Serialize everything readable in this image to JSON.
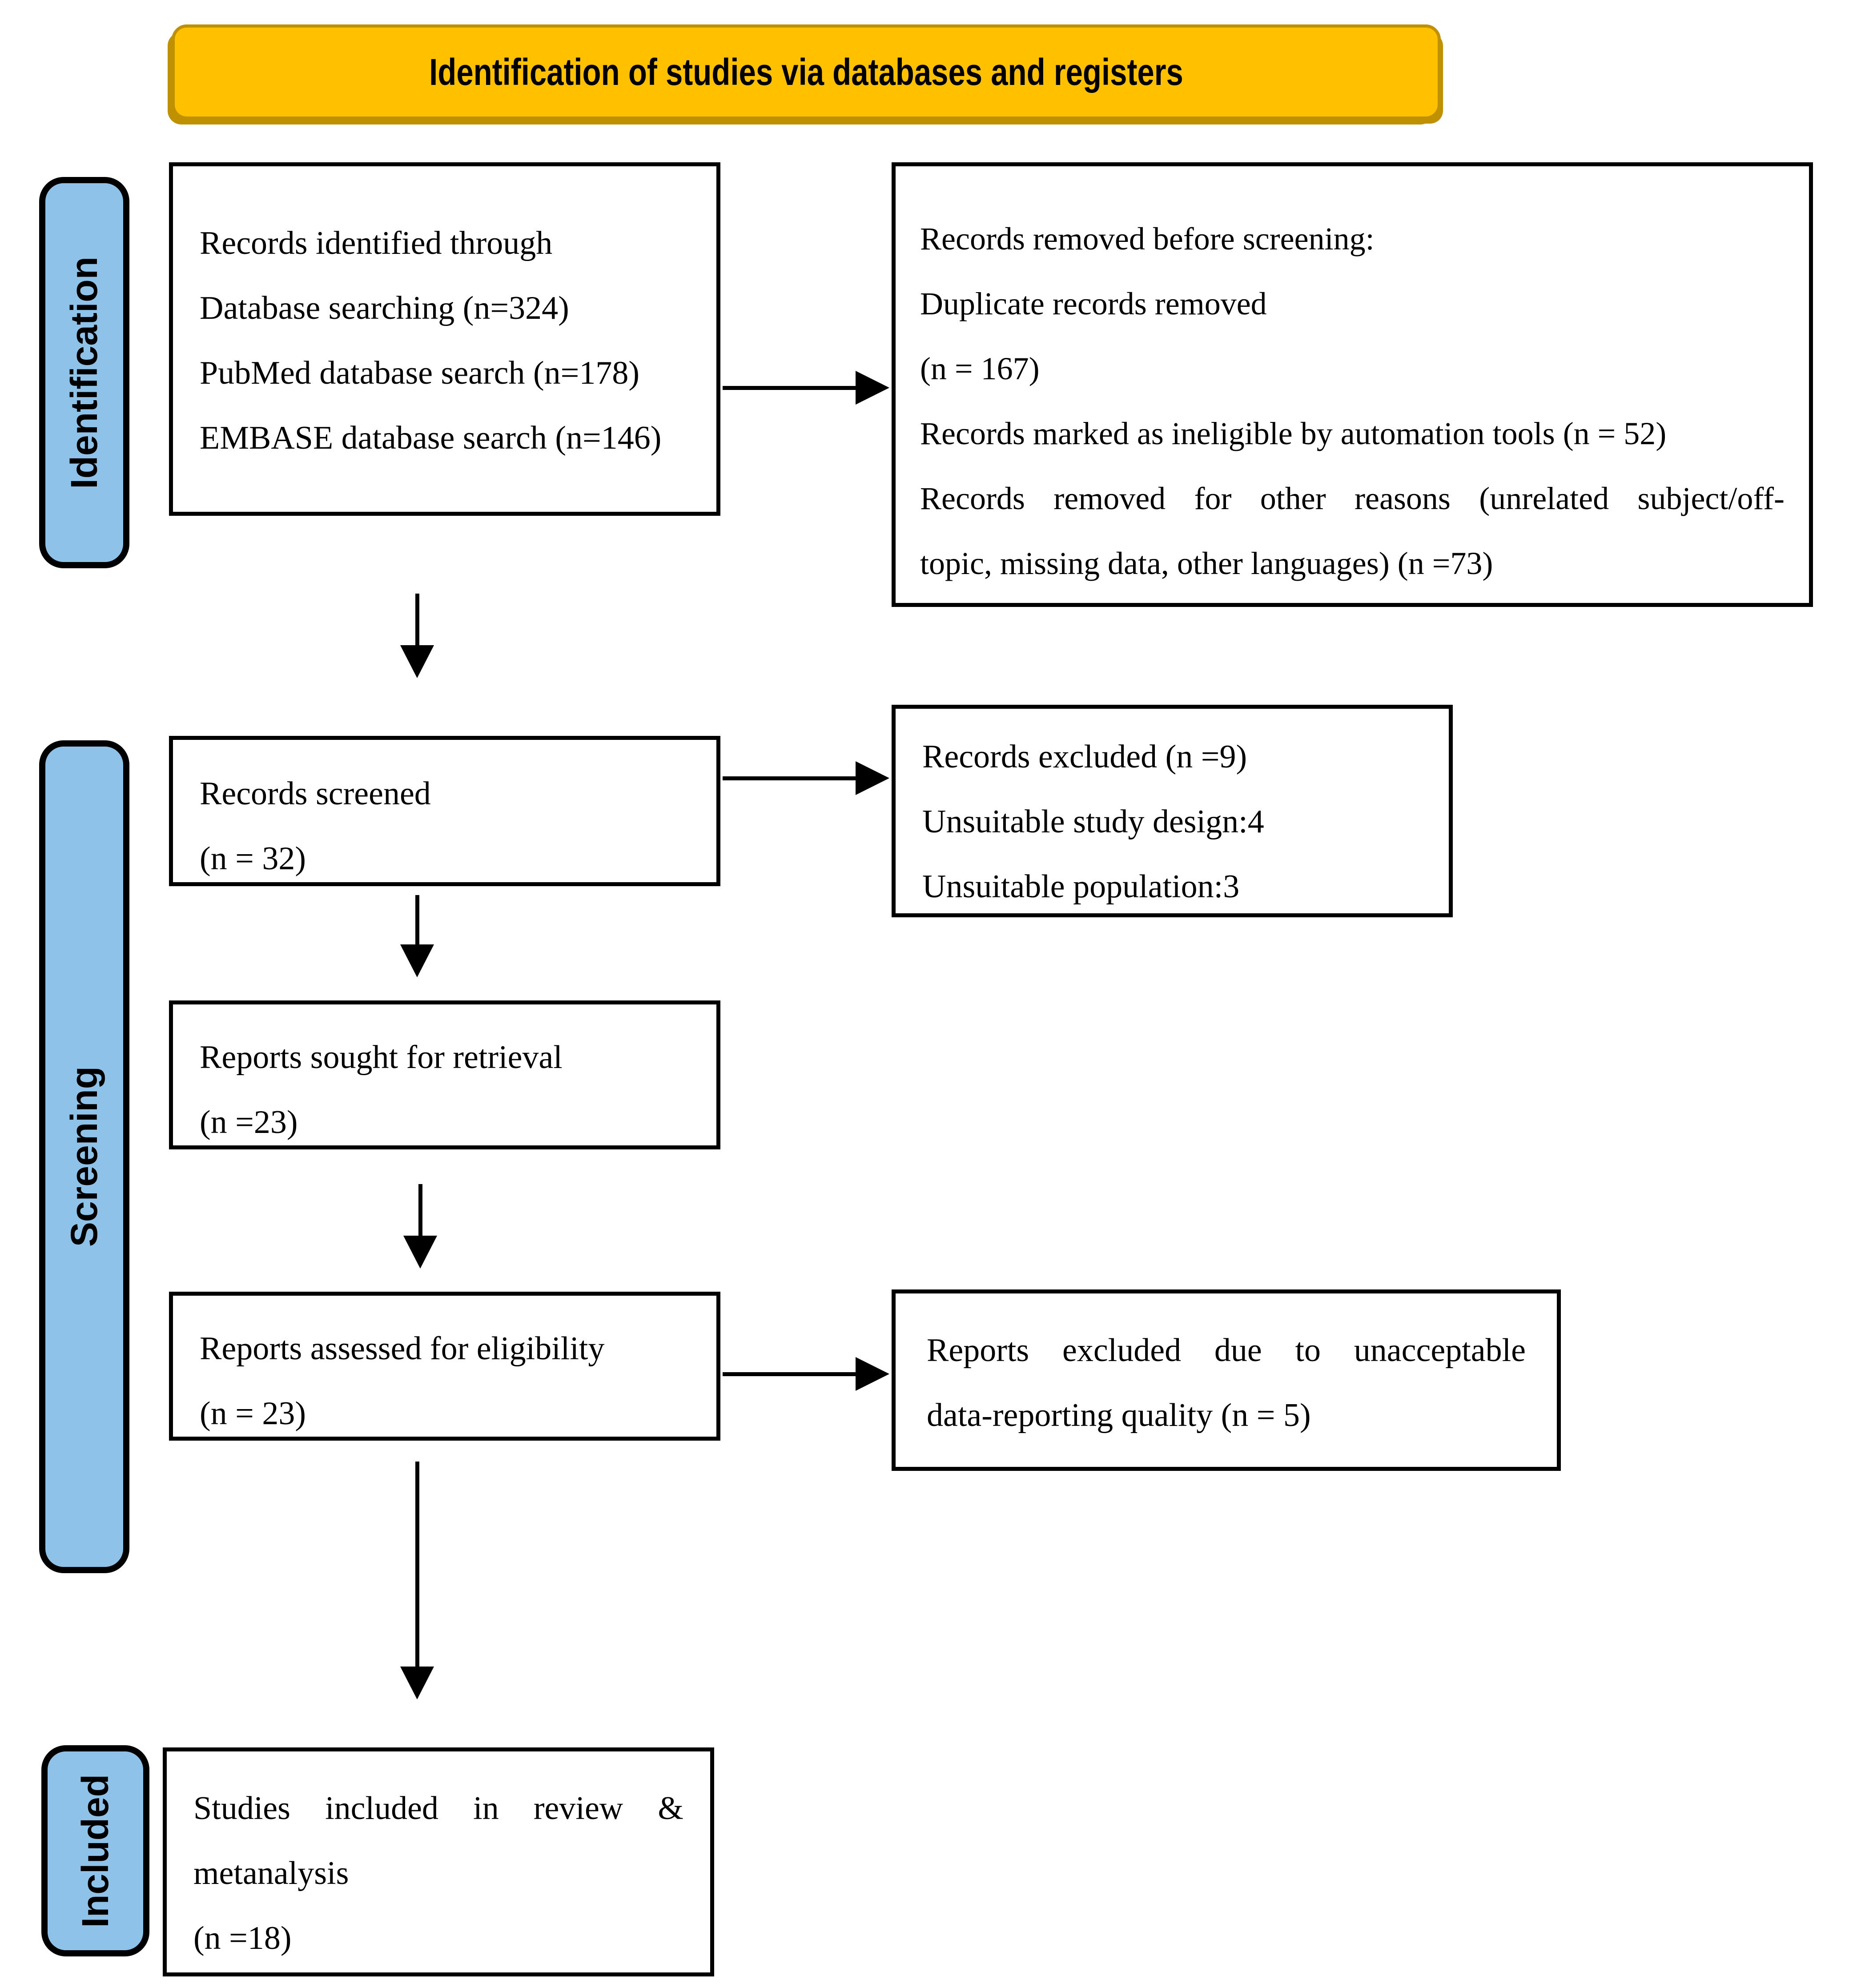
{
  "banner": {
    "title": "Identification of studies via databases and registers"
  },
  "sidebar": {
    "identification": "Identification",
    "screening": "Screening",
    "included": "Included"
  },
  "boxes": {
    "identified": {
      "lines": [
        "Records identified through",
        "Database searching (n=324)",
        "PubMed database search (n=178)",
        "EMBASE database search (n=146)"
      ]
    },
    "removed": {
      "lines": [
        "Records removed before screening:",
        "Duplicate records removed",
        "(n = 167)",
        "Records marked as ineligible by automation tools (n = 52)",
        "Records removed for other reasons (unrelated subject/off-",
        "topic, missing data, other languages) (n =73)"
      ]
    },
    "screened": {
      "lines": [
        "Records screened",
        "(n = 32)"
      ]
    },
    "records_excluded": {
      "lines": [
        "Records excluded (n =9)",
        "Unsuitable study design:4",
        "Unsuitable population:3"
      ]
    },
    "sought": {
      "lines": [
        "Reports sought for retrieval",
        "(n =23)"
      ]
    },
    "assessed": {
      "lines": [
        "Reports assessed for eligibility",
        "(n = 23)"
      ]
    },
    "reports_excluded": {
      "lines": [
        "Reports excluded due to unacceptable",
        "data-reporting quality (n = 5)"
      ]
    },
    "included_studies": {
      "lines": [
        "Studies included in review &",
        "metanalysis",
        "(n =18)"
      ]
    }
  },
  "colors": {
    "banner_fill": "#FFC000",
    "banner_shadow": "#BF9000",
    "tab_fill": "#8EC2E8",
    "line_color": "#000000"
  }
}
